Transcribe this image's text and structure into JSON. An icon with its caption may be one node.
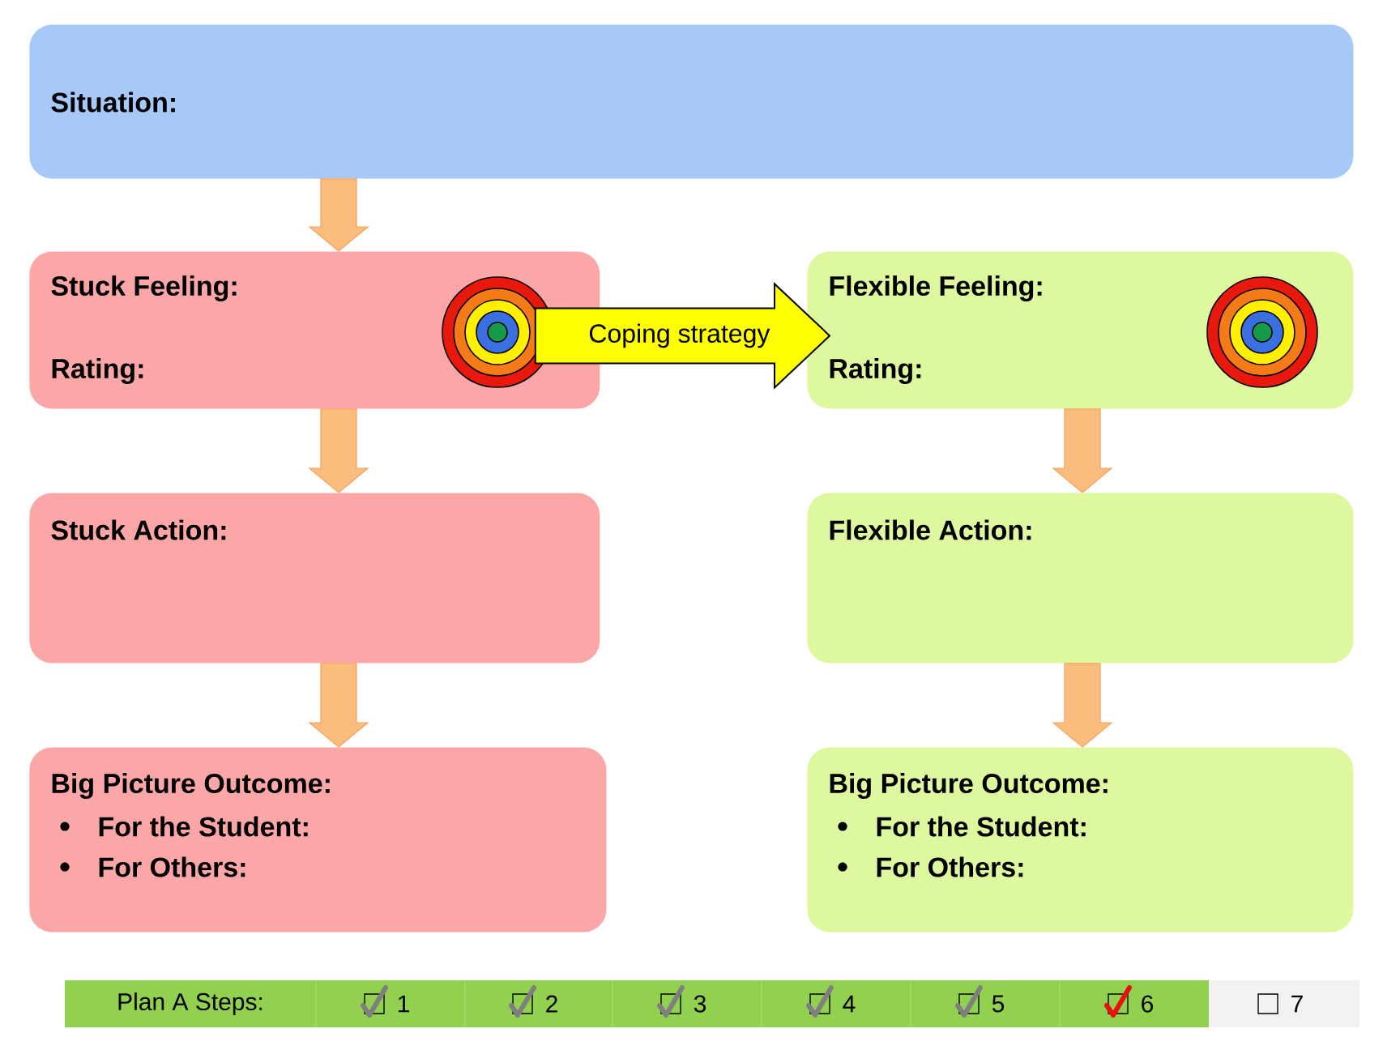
{
  "diagram": {
    "nodes": [
      {
        "text": [
          "Situation:"
        ]
      },
      {
        "text": [
          "Stuck Feeling:",
          "Rating:"
        ]
      },
      {
        "text": [
          "Flexible Feeling:",
          "Rating:"
        ]
      },
      {
        "text": [
          "Stuck Action:"
        ]
      },
      {
        "text": [
          "Flexible Action:"
        ]
      },
      {
        "text": [
          "Big Picture Outcome:",
          "For the Student:",
          "For Others:"
        ]
      },
      {
        "text": [
          "Big Picture Outcome:",
          "For the Student:",
          "For Others:"
        ]
      }
    ],
    "edges": [
      {
        "from": 0,
        "to": 1,
        "arrow": "to"
      },
      {
        "from": 1,
        "to": 2,
        "arrow": "to",
        "label": "Coping strategy",
        "color": "#ffff00"
      },
      {
        "from": 1,
        "to": 3,
        "arrow": "to"
      },
      {
        "from": 2,
        "to": 4,
        "arrow": "to"
      },
      {
        "from": 3,
        "to": 5,
        "arrow": "to"
      },
      {
        "from": 4,
        "to": 6,
        "arrow": "to"
      }
    ],
    "labels": [
      "Plan A Steps:",
      "1",
      "2",
      "3",
      "4",
      "5",
      "6",
      "7"
    ]
  }
}
